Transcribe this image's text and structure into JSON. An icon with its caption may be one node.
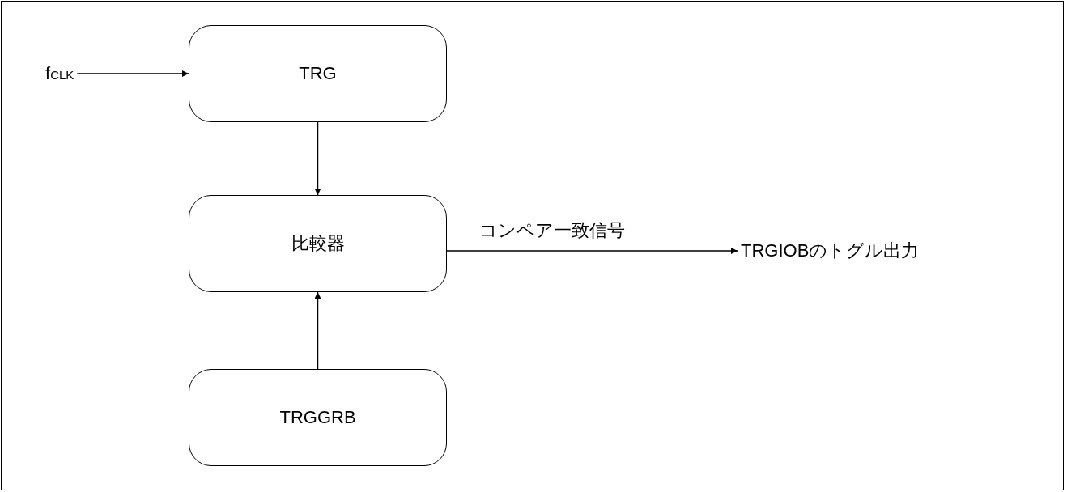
{
  "diagram": {
    "nodes": [
      {
        "text": [
          "f$_{CLK}$"
        ]
      },
      {
        "text": [
          "TRG"
        ]
      },
      {
        "text": [
          "比較器"
        ]
      },
      {
        "text": [
          "TRGGRB"
        ]
      },
      {
        "text": [
          "TRGIOBのトグル出力"
        ]
      }
    ],
    "edges": [
      {
        "from": 0,
        "to": 1,
        "arrow": "to"
      },
      {
        "from": 1,
        "to": 2,
        "arrow": "to"
      },
      {
        "from": 3,
        "to": 2,
        "arrow": "to"
      },
      {
        "from": 2,
        "to": 4,
        "arrow": "to",
        "label": "コンペア一致信号"
      }
    ]
  }
}
